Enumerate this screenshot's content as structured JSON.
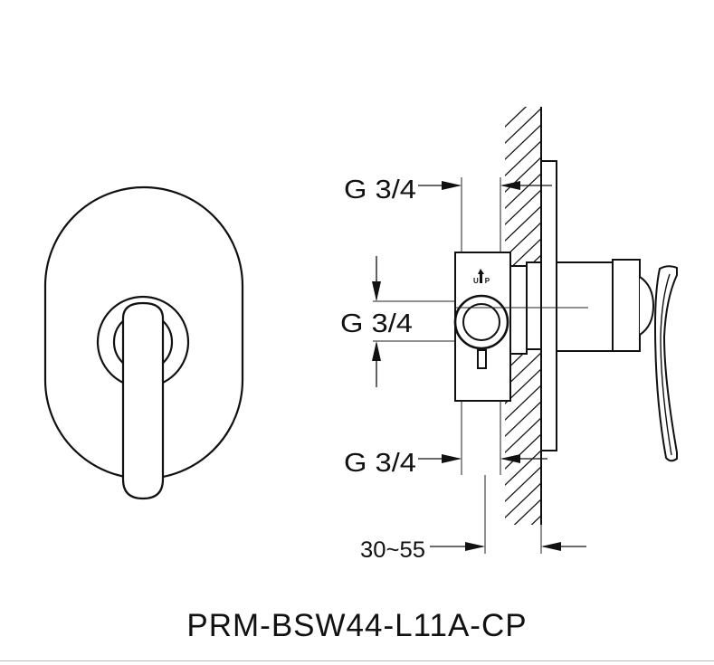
{
  "dimensions": {
    "top_inlet": "G 3/4",
    "middle_outlet": "G 3/4",
    "bottom_inlet": "G 3/4",
    "wall_depth": "30~55"
  },
  "valve_marking": "UP",
  "model_code": "PRM-BSW44-L11A-CP"
}
